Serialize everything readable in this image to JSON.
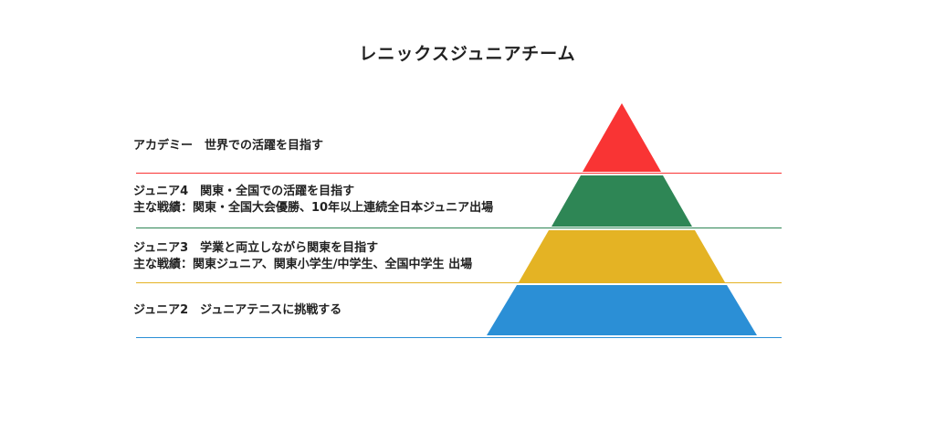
{
  "title": "レニックスジュニアチーム",
  "tiers": [
    {
      "color": "#f93434",
      "lines": [
        "アカデミー　世界での活躍を目指す"
      ]
    },
    {
      "color": "#2e8655",
      "lines": [
        "ジュニア4　関東・全国での活躍を目指す",
        "主な戦績：関東・全国大会優勝、10年以上連続全日本ジュニア出場"
      ]
    },
    {
      "color": "#e4b324",
      "lines": [
        "ジュニア3　学業と両立しながら関東を目指す",
        "主な戦績：関東ジュニア、関東小学生/中学生、全国中学生 出場"
      ]
    },
    {
      "color": "#2b8fd6",
      "lines": [
        "ジュニア2　ジュニアテニスに挑戦する"
      ]
    }
  ]
}
